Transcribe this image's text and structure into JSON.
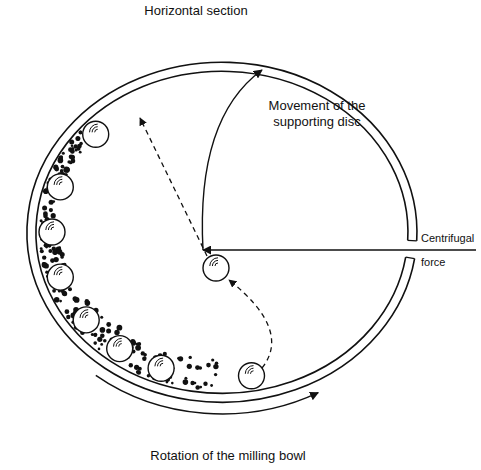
{
  "diagram": {
    "title": "Horizontal section",
    "labels": [
      "Movement of the supporting disc",
      "Centrifugal force",
      "Rotation of the milling bowl"
    ]
  }
}
